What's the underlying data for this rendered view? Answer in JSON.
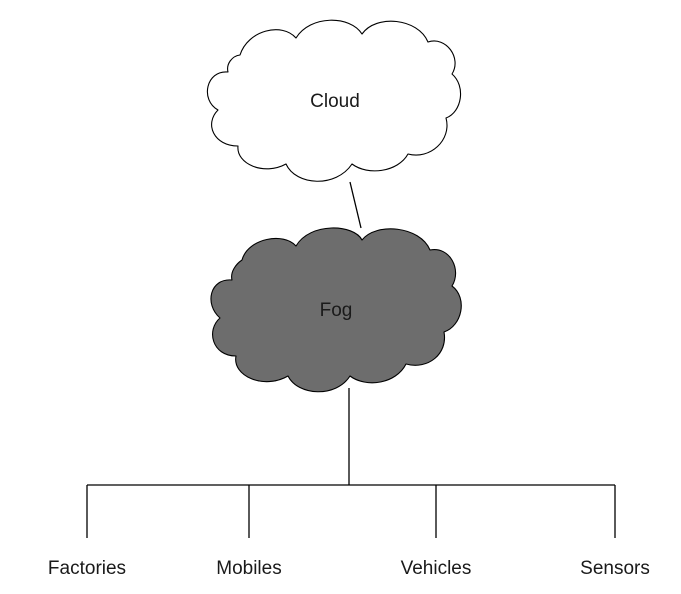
{
  "diagram": {
    "cloud_label": "Cloud",
    "fog_label": "Fog",
    "leaves": [
      "Factories",
      "Mobiles",
      "Vehicles",
      "Sensors"
    ]
  },
  "colors": {
    "cloud_fill": "#ffffff",
    "fog_fill": "#6d6d6d",
    "line": "#000000",
    "text": "#1a1a1a"
  }
}
